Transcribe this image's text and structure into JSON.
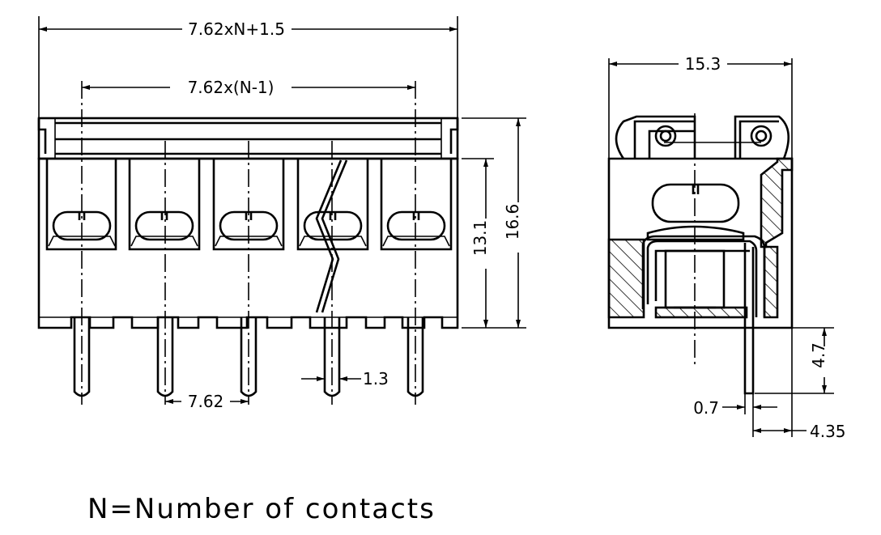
{
  "colors": {
    "line": "#000000",
    "background": "#ffffff"
  },
  "front_view": {
    "overall_width": "7.62xN+1.5",
    "pitch_span": "7.62x(N-1)",
    "body_height": "13.1",
    "total_height": "16.6",
    "pitch": "7.62",
    "pin_width": "1.3"
  },
  "side_view": {
    "width": "15.3",
    "pin_length": "4.7",
    "pin_thickness": "0.7",
    "pin_offset": "4.35"
  },
  "note": "N=Number of contacts"
}
